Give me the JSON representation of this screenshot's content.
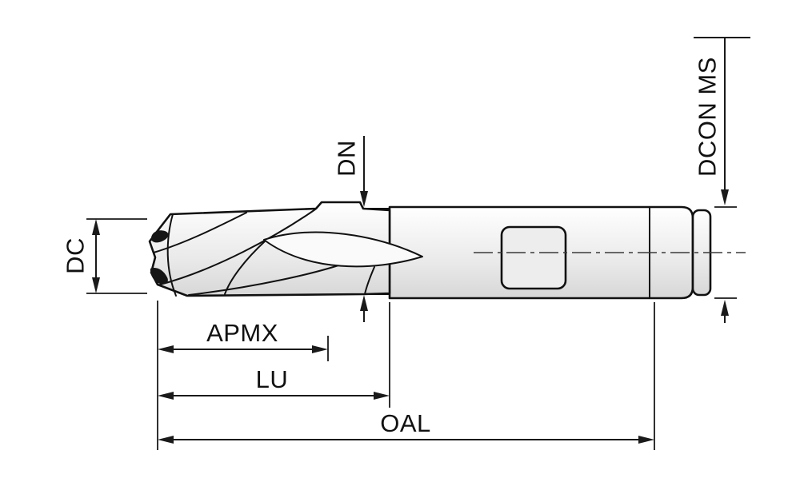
{
  "diagram": {
    "labels": {
      "dc": "DC",
      "dn": "DN",
      "dcon_ms": "DCON MS",
      "apmx": "APMX",
      "lu": "LU",
      "oal": "OAL"
    },
    "colors": {
      "line": "#1a1a1a",
      "tool_outline": "#111111",
      "fill_light": "#ffffff",
      "fill_shadow": "#d9d9d9",
      "background": "#ffffff"
    }
  }
}
